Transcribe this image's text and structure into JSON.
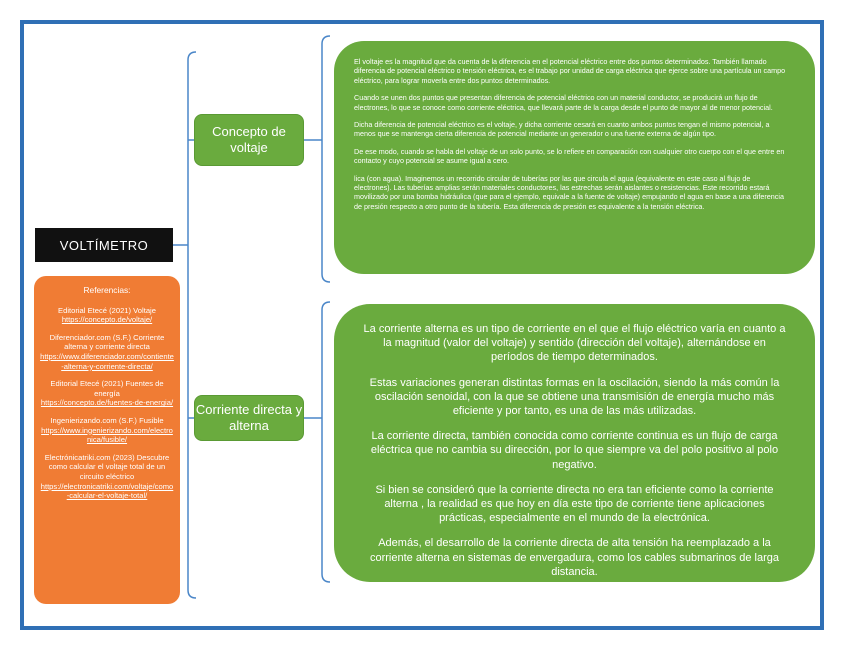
{
  "title": "VOLTÍMETRO",
  "references": {
    "heading": "Referencias:",
    "items": [
      {
        "text": "Editorial Etecé (2021) Voltaje",
        "link": "https://concepto.de/voltaje/"
      },
      {
        "text": "Diferenciador.com (S.F.) Corriente alterna y corriente directa",
        "link": "https://www.diferenciador.com/contiente-alterna-y-corriente-directa/"
      },
      {
        "text": "Editorial Etecé (2021) Fuentes de energía",
        "link": "https://concepto.de/fuentes-de-energia/"
      },
      {
        "text": "Ingenierizando.com (S.F.) Fusible",
        "link": "https://www.ingenierizando.com/electronica/fusible/"
      },
      {
        "text": "Electrónicatriki.com (2023) Descubre como calcular el voltaje total de un circuito eléctrico",
        "link": "https://electronicatriki.com/voltaje/como-calcular-el-voltaje-total/"
      }
    ]
  },
  "branches": [
    {
      "label": "Concepto de voltaje",
      "paragraphs": [
        "El voltaje es la magnitud que da cuenta de la diferencia en el potencial eléctrico entre dos puntos determinados. También llamado diferencia de potencial eléctrico o tensión eléctrica, es el trabajo por unidad de carga eléctrica que ejerce sobre una partícula un campo eléctrico, para lograr moverla entre dos puntos determinados.",
        "Cuando se unen dos puntos que presentan diferencia de potencial eléctrico con un material conductor, se producirá un flujo de electrones, lo que se conoce como corriente eléctrica, que llevará parte de la carga desde el punto de mayor al de menor potencial.",
        "Dicha diferencia de potencial eléctrico es el voltaje, y dicha corriente cesará en cuanto ambos puntos tengan el mismo potencial, a menos que se mantenga cierta diferencia de potencial mediante un generador o una fuente externa de algún tipo.",
        "De ese modo, cuando se habla del voltaje de un solo punto, se lo refiere en comparación con cualquier otro cuerpo con el que entre en contacto y cuyo potencial se asume igual a cero.",
        "lica (con agua). Imaginemos un recorrido circular de tuberías por las que circula el agua (equivalente en este caso al flujo de electrones). Las tuberías amplias serán materiales conductores, las estrechas serán aislantes o resistencias. Este recorrido estará movilizado por una bomba hidráulica (que para el ejemplo, equivale a la fuente de voltaje) empujando el agua en base a una diferencia de presión respecto a otro punto de la tubería. Esta diferencia de presión es equivalente a la tensión eléctrica."
      ]
    },
    {
      "label": "Corriente directa y alterna",
      "paragraphs": [
        "La corriente alterna es un tipo de corriente en el que el flujo eléctrico varía en cuanto a la magnitud (valor del voltaje) y sentido (dirección del voltaje), alternándose en períodos de tiempo determinados.",
        "Estas variaciones generan distintas formas en la oscilación, siendo la más común la oscilación senoidal, con la que se obtiene una transmisión de energía mucho más eficiente y por tanto, es una de las más utilizadas.",
        "La corriente directa, también conocida como corriente continua es un flujo de carga eléctrica que no cambia su dirección, por lo que siempre va del polo positivo al polo negativo.",
        "Si bien se consideró que la corriente directa no era tan eficiente como la corriente alterna , la realidad es que hoy en día este tipo de corriente tiene aplicaciones prácticas, especialmente en el mundo de la electrónica.",
        "Además, el desarrollo de la corriente directa de alta tensión ha reemplazado a la corriente alterna en sistemas de envergadura, como los cables submarinos de larga distancia."
      ]
    }
  ]
}
